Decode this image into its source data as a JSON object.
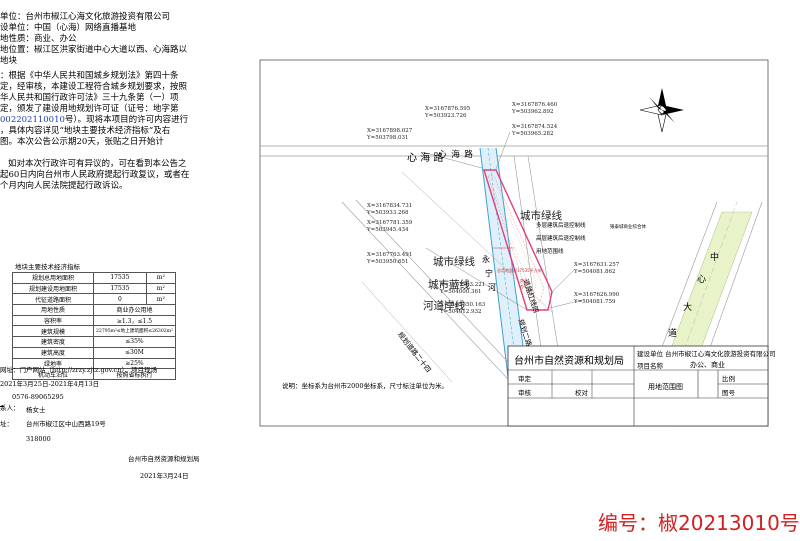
{
  "left_text": {
    "lines": [
      "单位：台州市椒江心海文化旅游投资有限公司",
      "设单位：中国（心海）网络直播基地",
      "地性质：商业、办公",
      "地位置：椒江区洪家街道中心大道以西、心海路以",
      "地块",
      "：根据《中华人民共和国城乡规划法》第四十条",
      "定，经审核，本建设工程符合城乡规划要求，按照",
      "华人民共和国行政许可法》三十九条第（一）项",
      "定，颁发了建设用地规划许可证（证号：地字第",
      "002202110010号）。现将本项目的许可内容进行",
      "，具体内容详见“地块主要技术经济指标”及右",
      "图。本次公告公示期20天，张贴之日开始计",
      "",
      "如对本次行政许可有异议的，可在看到本公告之",
      "起60日内向台州市人民政府提起行政复议，或者在",
      "个月内向人民法院提起行政诉讼。"
    ],
    "highlight_index": 9,
    "highlight_text": "002202110010"
  },
  "spec_table": {
    "title": "地块主要技术经济指标",
    "rows": [
      [
        "规划总用地面积",
        "17535",
        "m²"
      ],
      [
        "规划建设用地面积",
        "17535",
        "m²"
      ],
      [
        "代征道路面积",
        "0",
        "m²"
      ],
      [
        "用地性质",
        "商业办公用地",
        ""
      ],
      [
        "容积率",
        "≥1.3，≤1.5",
        ""
      ],
      [
        "建筑规模",
        "22795m²≤地上建筑面积≤26302m²",
        ""
      ],
      [
        "建筑密度",
        "≤35%",
        ""
      ],
      [
        "建筑高度",
        "≤30M",
        ""
      ],
      [
        "绿地率",
        "≥25%",
        ""
      ],
      [
        "机动车泊位",
        "按照省标执行",
        ""
      ]
    ]
  },
  "contacts": {
    "website": "网址：门户网站（http://zrzy.zjtz.gov.cn）、项目现场",
    "period": "2021年3月25日-2021年4月13日",
    "phone": "0576-89065295",
    "person": "杨女士",
    "address": "台州市椒江区中山西路19号",
    "postcode": "318000"
  },
  "signature": {
    "org": "台州市自然资源和规划局",
    "date": "2021年3月24日"
  },
  "map": {
    "roads": {
      "xinhai": "心 海 路",
      "center_a": "中",
      "center_b": "大",
      "center_c": "心",
      "center_d": "道",
      "plan24": "规划道路二十四",
      "plan2": "规划二路",
      "plan4": "道路红线四"
    },
    "labels": {
      "green1": "城市绿线",
      "green2": "城市绿线",
      "blue": "城市蓝线",
      "river": "河道岸线",
      "water_a": "永",
      "water_b": "宁",
      "water_c": "河",
      "multi": "多层建筑后退控制线",
      "high": "高层建筑后退控制线",
      "boundary": "用地范围线",
      "plan_name": "银泰城商业综合体",
      "area_a": "总用地面积17535平方米",
      "area_b": "商业",
      "area_c": "办公"
    },
    "coords": [
      [
        "X=3167876.595",
        "Y=503923.726"
      ],
      [
        "X=3167876.460",
        "Y=503962.892"
      ],
      [
        "X=3167874.524",
        "Y=503965.282"
      ],
      [
        "X=3167898.027",
        "Y=503798.031"
      ],
      [
        "X=3167834.731",
        "Y=503933.268"
      ],
      [
        "X=3167781.359",
        "Y=503945.434"
      ],
      [
        "X=3167763.491",
        "Y=503950.651"
      ],
      [
        "X=3167631.257",
        "Y=504081.862"
      ],
      [
        "X=3167626.990",
        "Y=504081.759"
      ],
      [
        "X=3167593.221",
        "Y=504000.361"
      ],
      [
        "X=3167550.163",
        "Y=504012.932"
      ]
    ],
    "note": "说明：坐标系为台州市2000坐标系，尺寸标注单位为米。"
  },
  "title_block": {
    "org": "台州市自然资源和规划局",
    "builder_label": "建设单位",
    "builder": "台州市椒江心海文化旅游投资有限公司",
    "project_label": "项目名称",
    "project": "办公、商业",
    "review": "审定",
    "check": "审核",
    "verify": "校对",
    "drawing": "用地范围图",
    "scale": "比例",
    "no": "图号"
  },
  "serial": "编号：椒20213010号",
  "colors": {
    "highlight": "#1a3fa8",
    "serial": "#d42020",
    "parcel": "#e0407a",
    "water": "#3aa0d8",
    "green_belt": "#e8f3c9",
    "road": "#9a9a9a"
  }
}
